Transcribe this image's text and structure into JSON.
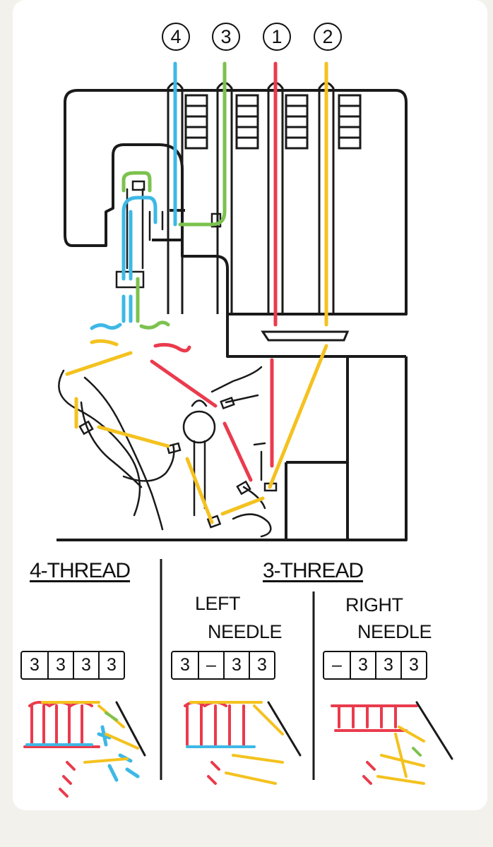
{
  "guide_numbers": [
    "4",
    "3",
    "1",
    "2"
  ],
  "sections": {
    "four_thread": {
      "title": "4-THREAD",
      "tensions": [
        "3",
        "3",
        "3",
        "3"
      ]
    },
    "three_thread": {
      "title": "3-THREAD",
      "left": {
        "line1": "LEFT",
        "line2": "NEEDLE",
        "tensions": [
          "3",
          "–",
          "3",
          "3"
        ]
      },
      "right": {
        "line1": "RIGHT",
        "line2": "NEEDLE",
        "tensions": [
          "–",
          "3",
          "3",
          "3"
        ]
      }
    }
  },
  "colors": {
    "thread_4": "#3eb8e6",
    "thread_3": "#7bc24e",
    "thread_1": "#ea3b4d",
    "thread_2": "#f4c21f",
    "line": "#1a1a1a",
    "panel": "#ffffff"
  }
}
